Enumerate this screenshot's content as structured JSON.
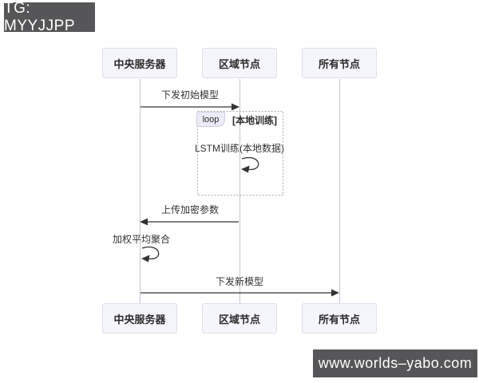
{
  "watermark_top": {
    "text": "TG: MYYJJPP"
  },
  "watermark_bottom": {
    "text": "www.worlds–yabo.com"
  },
  "colors": {
    "watermark_bg": "#565658",
    "watermark_text": "#ffffff",
    "actor_fill": "#f5f5fc",
    "actor_border": "#dfdfec",
    "lifeline": "#c6c6cf",
    "arrow": "#333333",
    "loop_frame_border": "#a8a8b0",
    "loop_label_fill": "#ececf8",
    "text": "#333333"
  },
  "diagram": {
    "actors": [
      {
        "name": "中央服务器"
      },
      {
        "name": "区域节点"
      },
      {
        "name": "所有节点"
      }
    ],
    "messages": [
      {
        "label": "下发初始模型",
        "from": "中央服务器",
        "to": "区域节点"
      },
      {
        "label": "上传加密参数",
        "from": "区域节点",
        "to": "中央服务器"
      },
      {
        "label": "加权平均聚合",
        "from": "中央服务器",
        "to": "中央服务器"
      },
      {
        "label": "下发新模型",
        "from": "中央服务器",
        "to": "所有节点"
      }
    ],
    "loop": {
      "keyword": "loop",
      "condition": "[本地训练]",
      "body_message": "LSTM训练(本地数据)"
    }
  }
}
